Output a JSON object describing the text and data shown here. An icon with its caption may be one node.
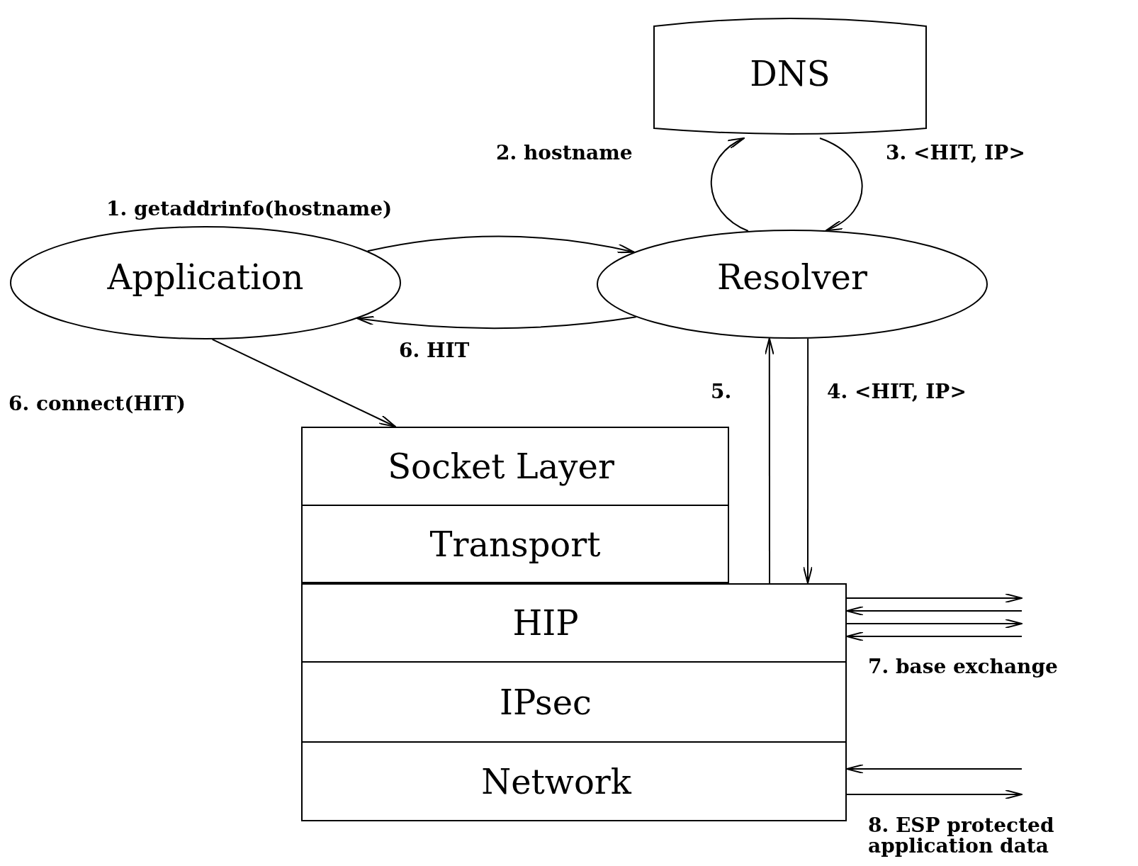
{
  "diagram": {
    "nodes": [
      {
        "text": [
          "DNS"
        ]
      },
      {
        "text": [
          "Application"
        ]
      },
      {
        "text": [
          "Resolver"
        ]
      },
      {
        "text": [
          "Socket Layer"
        ]
      },
      {
        "text": [
          "Transport"
        ]
      },
      {
        "text": [
          "HIP"
        ]
      },
      {
        "text": [
          "IPsec"
        ]
      },
      {
        "text": [
          "Network"
        ]
      }
    ],
    "edges": [
      {
        "from": 1,
        "to": 2,
        "arrow": "to",
        "label": "1. getaddrinfo(hostname)"
      },
      {
        "from": 2,
        "to": 0,
        "arrow": "to",
        "label": "2. hostname"
      },
      {
        "from": 0,
        "to": 2,
        "arrow": "to",
        "label": "3. <HIT, IP>"
      },
      {
        "from": 2,
        "to": 5,
        "arrow": "to",
        "label": "4. <HIT, IP>"
      },
      {
        "from": 5,
        "to": 2,
        "arrow": "to",
        "label": "5."
      },
      {
        "from": 2,
        "to": 1,
        "arrow": "to",
        "label": "6. HIT"
      },
      {
        "from": 1,
        "to": 3,
        "arrow": "to",
        "label": "6. connect(HIT)"
      },
      {
        "from": 5,
        "to": null,
        "arrow": "to"
      },
      {
        "from": null,
        "to": 5,
        "arrow": "to"
      },
      {
        "from": 5,
        "to": null,
        "arrow": "to"
      },
      {
        "from": null,
        "to": 5,
        "arrow": "to",
        "label": "7. base exchange"
      },
      {
        "from": null,
        "to": 7,
        "arrow": "to"
      },
      {
        "from": 7,
        "to": null,
        "arrow": "to",
        "label": "8. ESP protected application data"
      }
    ]
  }
}
